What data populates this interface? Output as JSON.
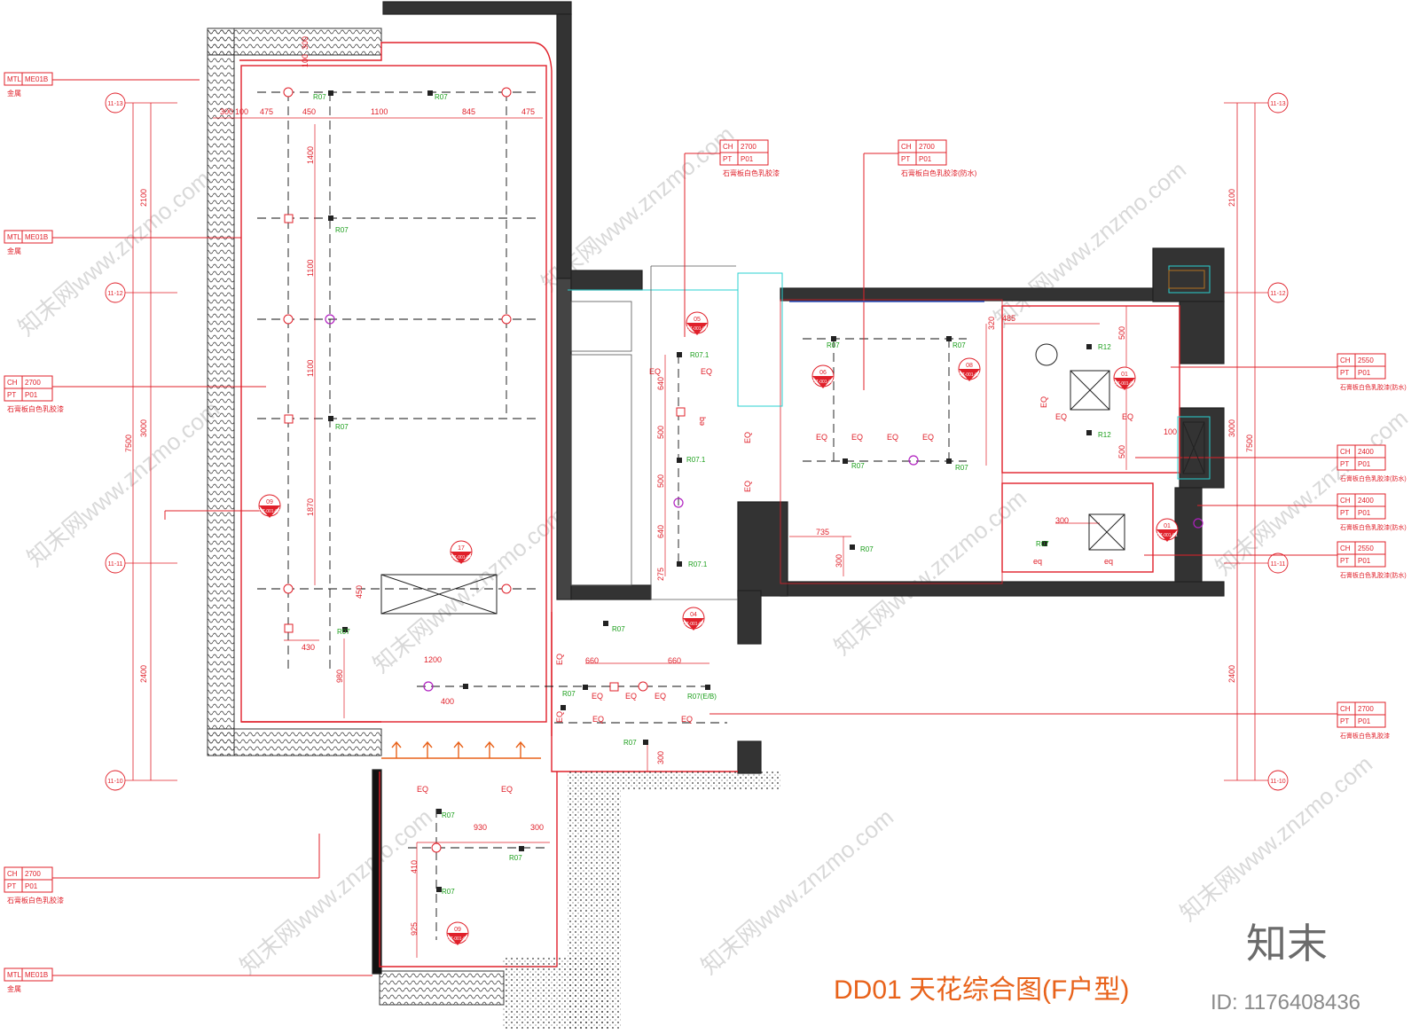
{
  "title": "DD01 天花综合图(F户型)",
  "brand": "知末",
  "id_label": "ID: 1176408436",
  "watermark": "知末网www.znzmo.com",
  "colors": {
    "line": "#e0202a",
    "wall": "#222222",
    "title": "#e8621a",
    "green": "#1a9e1a",
    "cyan": "#2ad0d0",
    "purple": "#b020c0"
  },
  "axes_left": [
    "11-13",
    "11-12",
    "11-11",
    "11-10"
  ],
  "axes_right": [
    "11-13",
    "11-12",
    "11-11",
    "11-10"
  ],
  "axes_dims_left": [
    "2100",
    "3000",
    "2400",
    "7500"
  ],
  "axes_dims_right": [
    "2100",
    "3000",
    "2400",
    "7500"
  ],
  "tags": [
    {
      "r1a": "MTL",
      "r1b": "ME01B",
      "sub": "金属"
    },
    {
      "r1a": "MTL",
      "r1b": "ME01B",
      "sub": "金属"
    },
    {
      "r1a": "CH",
      "r1b": "2700",
      "r2a": "PT",
      "r2b": "P01",
      "sub": "石膏板白色乳胶漆"
    },
    {
      "r1a": "CH",
      "r1b": "2700",
      "r2a": "PT",
      "r2b": "P01",
      "sub": "石膏板白色乳胶漆"
    },
    {
      "r1a": "MTL",
      "r1b": "ME01B",
      "sub": "金属"
    },
    {
      "r1a": "CH",
      "r1b": "2700",
      "r2a": "PT",
      "r2b": "P01",
      "sub": "石膏板白色乳胶漆"
    },
    {
      "r1a": "CH",
      "r1b": "2700",
      "r2a": "PT",
      "r2b": "P01",
      "sub": "石膏板白色乳胶漆(防水)"
    },
    {
      "r1a": "CH",
      "r1b": "2550",
      "r2a": "PT",
      "r2b": "P01",
      "sub": "石膏板白色乳胶漆(防水)"
    },
    {
      "r1a": "CH",
      "r1b": "2400",
      "r2a": "PT",
      "r2b": "P01",
      "sub": "石膏板白色乳胶漆(防水)"
    },
    {
      "r1a": "CH",
      "r1b": "2400",
      "r2a": "PT",
      "r2b": "P01",
      "sub": "石膏板白色乳胶漆(防水)"
    },
    {
      "r1a": "CH",
      "r1b": "2550",
      "r2a": "PT",
      "r2b": "P01",
      "sub": "石膏板白色乳胶漆(防水)"
    },
    {
      "r1a": "CH",
      "r1b": "2700",
      "r2a": "PT",
      "r2b": "P01",
      "sub": "石膏板白色乳胶漆"
    }
  ],
  "dims_top": [
    "300",
    "100",
    "475",
    "450",
    "1100",
    "845",
    "475"
  ],
  "dims_top_vertical": [
    "300",
    "100"
  ],
  "dims_left_vertical": [
    "1400",
    "1100",
    "1100",
    "1870",
    "980"
  ],
  "dims_misc": [
    "430",
    "1200",
    "450",
    "660",
    "660",
    "400",
    "930",
    "300",
    "410",
    "925",
    "640",
    "500",
    "500",
    "640",
    "275",
    "735",
    "300",
    "485",
    "320",
    "500",
    "500",
    "300",
    "100",
    "300"
  ],
  "eq": "EQ",
  "eq_lower": "eq",
  "lights": [
    "R07",
    "R07",
    "R07",
    "R07",
    "R07",
    "R07.1",
    "R07.1",
    "R07.1",
    "R07",
    "R07",
    "R07",
    "R07",
    "R12",
    "R12",
    "R07",
    "R07",
    "R07",
    "R07",
    "R07(E/B)",
    "R07",
    "R07",
    "R07",
    "R07"
  ],
  "sections": [
    {
      "num": "09",
      "ref": "DT-001-02"
    },
    {
      "num": "17",
      "ref": "DT-001-04"
    },
    {
      "num": "05",
      "ref": "DT-001-01"
    },
    {
      "num": "06",
      "ref": "DT-001-02"
    },
    {
      "num": "08",
      "ref": "DT-001-02"
    },
    {
      "num": "01",
      "ref": "DT-001-01"
    },
    {
      "num": "04",
      "ref": "DT-001-01"
    },
    {
      "num": "01",
      "ref": "DT-001-01"
    },
    {
      "num": "09",
      "ref": "DT-001-02"
    }
  ]
}
